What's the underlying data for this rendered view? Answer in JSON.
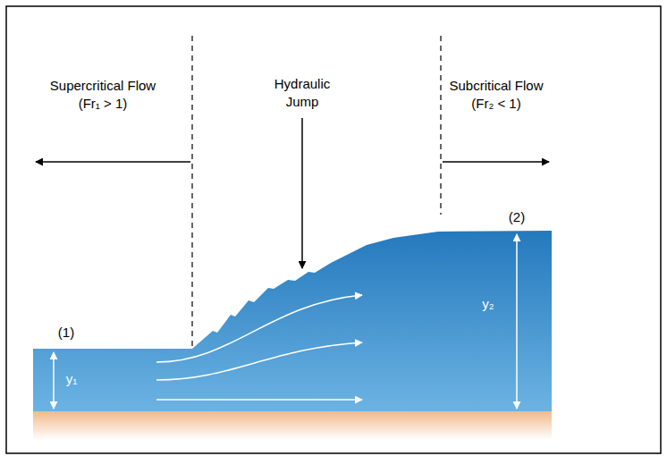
{
  "diagram": {
    "labels": [
      "Supercritical Flow (Fr₁ > 1)",
      "Hydraulic Jump",
      "Subcritical Flow (Fr₂ < 1)",
      "(1)",
      "y₁",
      "(2)",
      "y₂"
    ]
  }
}
